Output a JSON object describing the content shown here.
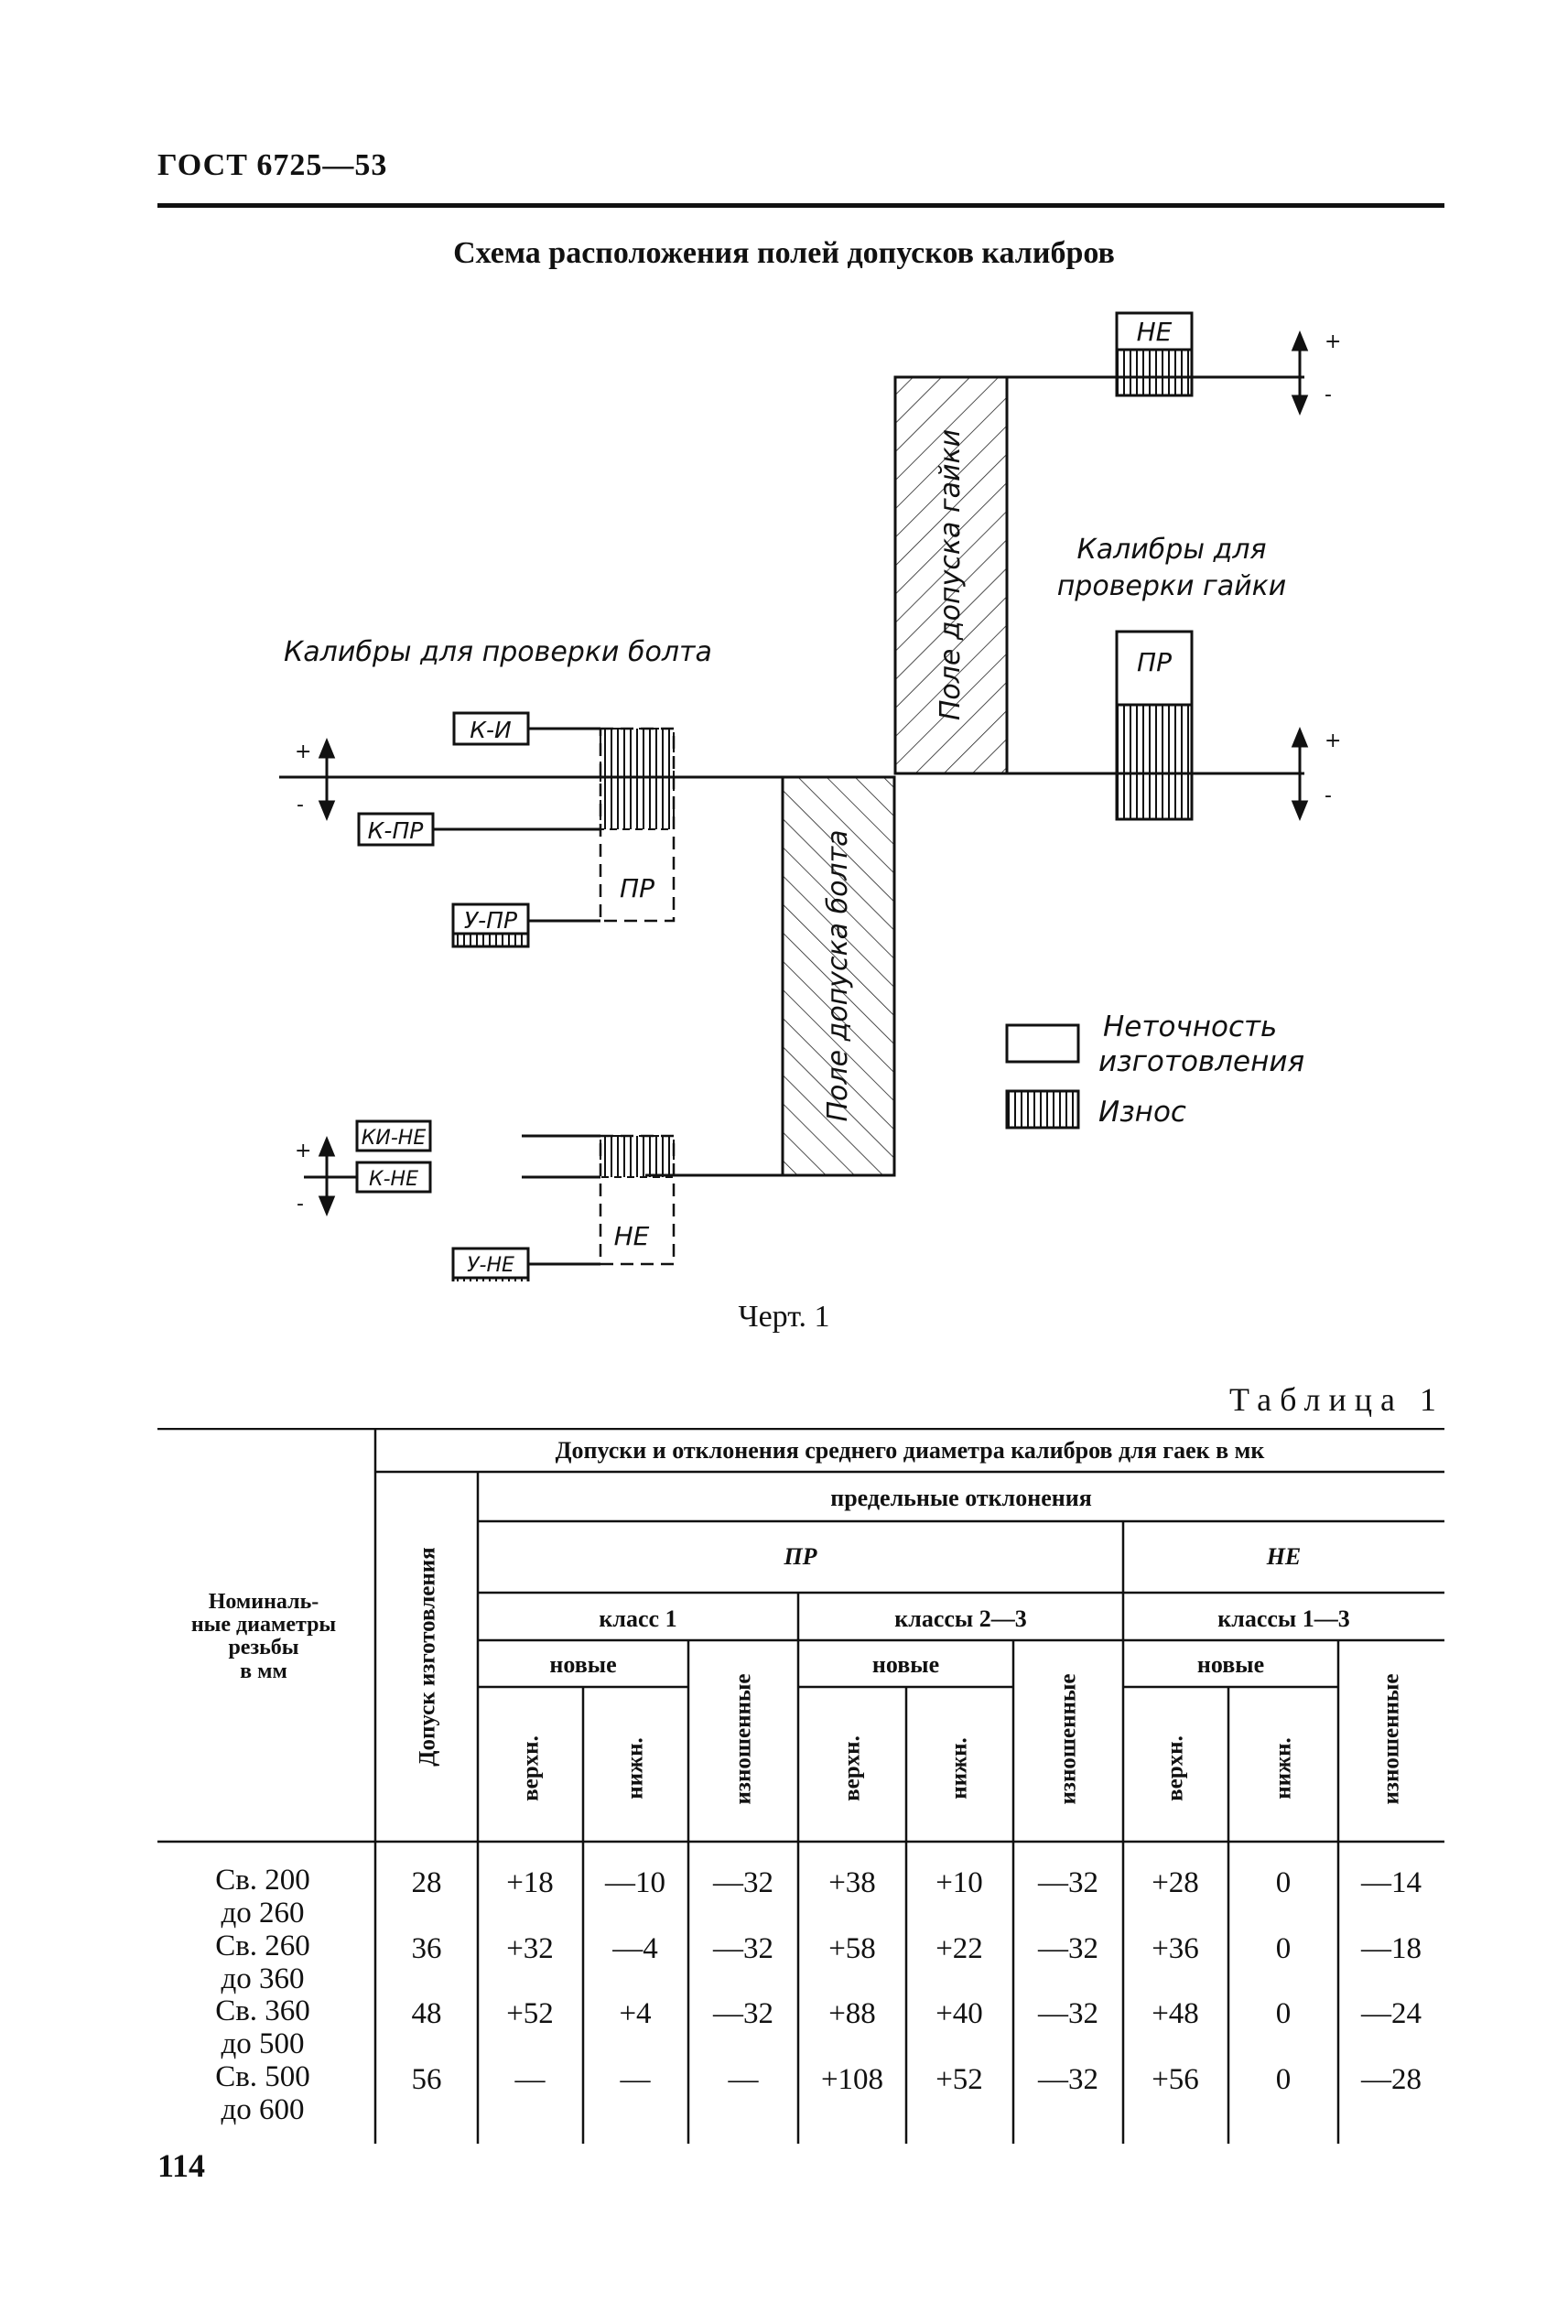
{
  "header": {
    "doc_code": "ГОСТ 6725—53"
  },
  "scheme": {
    "title": "Схема расположения полей допусков калибров",
    "nut_gauges_label": [
      "Калибры для",
      "проверки гайки"
    ],
    "bolt_gauges_label": "Калибры для проверки болта",
    "nut_field_label": "Поле допуска гайки",
    "bolt_field_label": "Поле допуска болта",
    "plus": "+",
    "minus": "-",
    "nut_gauges": {
      "ne": "НЕ",
      "pr": "ПР"
    },
    "bolt_gauges": {
      "k_i": "К-И",
      "k_pr": "К-ПР",
      "u_pr": "У-ПР",
      "pr": "ПР",
      "ki_ne": "КИ-НЕ",
      "k_ne": "К-НЕ",
      "u_ne": "У-НЕ",
      "ne": "НЕ"
    },
    "legend": {
      "inaccuracy": [
        "Неточность",
        "изготовления"
      ],
      "wear": "Износ"
    },
    "caption": "Черт. 1"
  },
  "table": {
    "title": "Таблица 1",
    "stub_header": [
      "Номиналь-",
      "ные диаметры",
      "резьбы",
      "в мм"
    ],
    "main_header": "Допуски и отклонения среднего диаметра калибров для гаек в мк",
    "manufacturing_tolerance": "Допуск изготовления",
    "limit_deviations": "предельные отклонения",
    "groups": {
      "pr": "ПР",
      "ne": "НЕ"
    },
    "classes": {
      "c1": "класс 1",
      "c23": "классы 2—3",
      "c13": "классы 1—3"
    },
    "new": "новые",
    "worn": "изношенные",
    "upper": "верхн.",
    "lower": "нижн.",
    "rows": [
      {
        "label": [
          "Св. 200",
          "до 260"
        ],
        "values": [
          "28",
          "+18",
          "—10",
          "—32",
          "+38",
          "+10",
          "—32",
          "+28",
          "0",
          "—14"
        ]
      },
      {
        "label": [
          "Св. 260",
          "до 360"
        ],
        "values": [
          "36",
          "+32",
          "—4",
          "—32",
          "+58",
          "+22",
          "—32",
          "+36",
          "0",
          "—18"
        ]
      },
      {
        "label": [
          "Св. 360",
          "до 500"
        ],
        "values": [
          "48",
          "+52",
          "+4",
          "—32",
          "+88",
          "+40",
          "—32",
          "+48",
          "0",
          "—24"
        ]
      },
      {
        "label": [
          "Св. 500",
          "до 600"
        ],
        "values": [
          "56",
          "—",
          "—",
          "—",
          "+108",
          "+52",
          "—32",
          "+56",
          "0",
          "—28"
        ]
      }
    ]
  },
  "footer": {
    "page_number": "114"
  }
}
